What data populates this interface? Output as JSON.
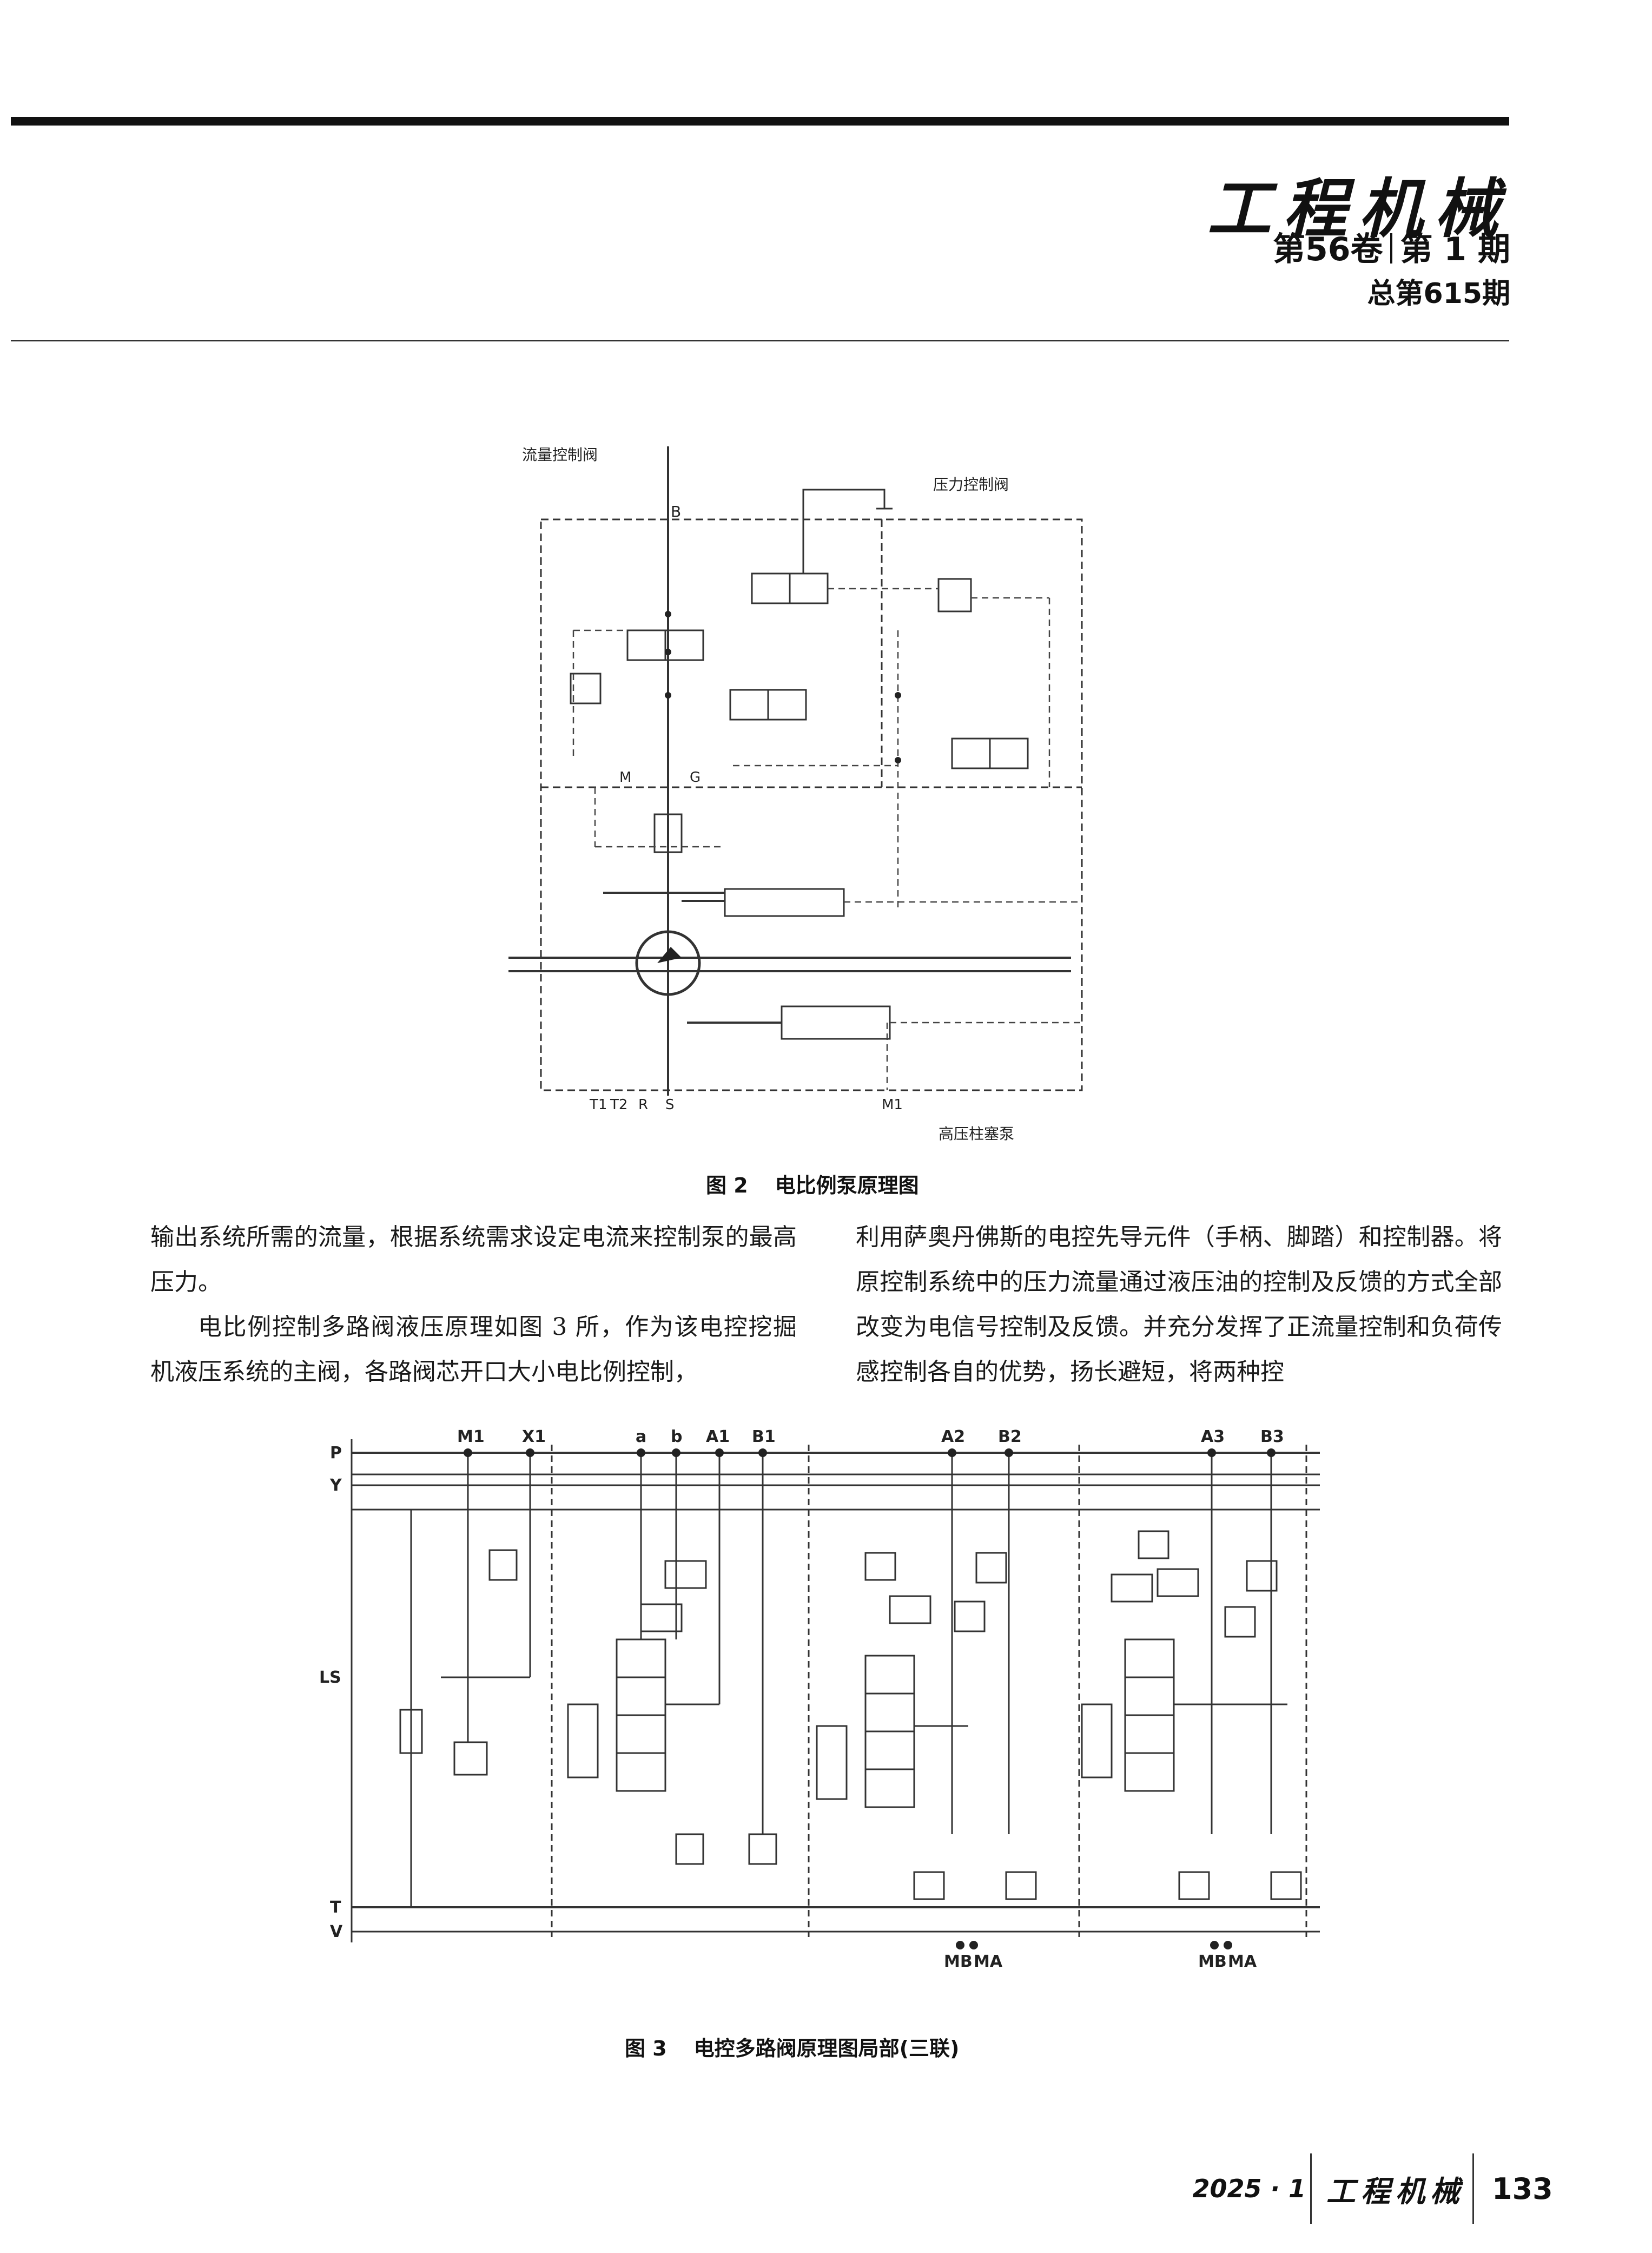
{
  "header": {
    "journal_name": "工程机械",
    "volume": "第56卷",
    "issue": "第 1 期",
    "total_issue": "总第615期"
  },
  "figure2": {
    "caption_number": "图 2",
    "caption_title": "电比例泵原理图",
    "labels": {
      "flow_valve": "流量控制阀",
      "pressure_valve": "压力控制阀",
      "port_b": "B",
      "port_m": "M",
      "port_g": "G",
      "port_t1": "T1",
      "port_t2": "T2",
      "port_r": "R",
      "port_s": "S",
      "port_m1": "M1",
      "pump": "高压柱塞泵"
    }
  },
  "figure3": {
    "caption_number": "图 3",
    "caption_title": "电控多路阀原理图局部(三联)",
    "labels": {
      "top_ports": [
        "M1",
        "X1",
        "a",
        "b",
        "A1",
        "B1",
        "A2",
        "B2",
        "A3",
        "B3"
      ],
      "left_ports": [
        "P",
        "Y",
        "LS",
        "T",
        "V"
      ],
      "bottom_ports": [
        "MB",
        "MA",
        "MB",
        "MA"
      ]
    }
  },
  "body": {
    "left_column": [
      "输出系统所需的流量，根据系统需求设定电流来控制泵的最高压力。",
      "电比例控制多路阀液压原理如图 3 所，作为该电控挖掘机液压系统的主阀，各路阀芯开口大小电比例控制，"
    ],
    "right_column": [
      "利用萨奥丹佛斯的电控先导元件（手柄、脚踏）和控制器。将原控制系统中的压力流量通过液压油的控制及反馈的方式全部改变为电信号控制及反馈。并充分发挥了正流量控制和负荷传感控制各自的优势，扬长避短，将两种控"
    ]
  },
  "footer": {
    "date": "2025 · 1",
    "journal_name": "工程机械",
    "page_number": "133"
  }
}
